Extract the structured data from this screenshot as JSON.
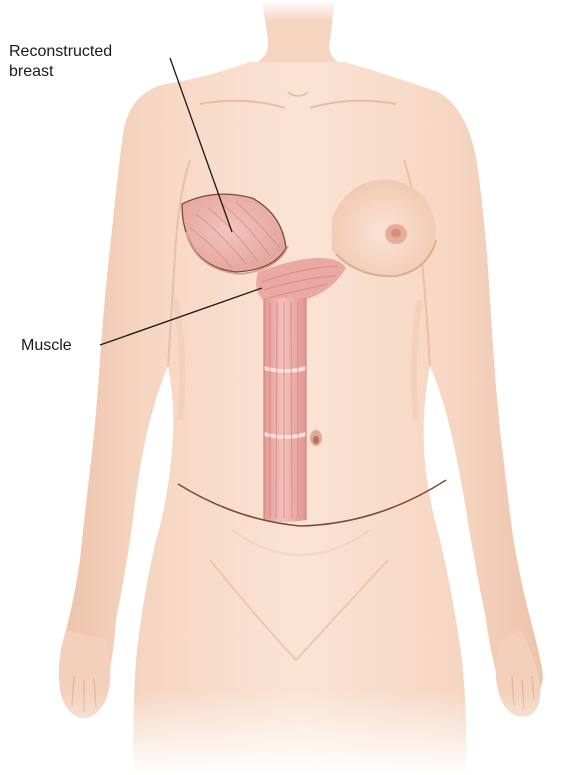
{
  "labels": {
    "reconstructed_breast": {
      "line1": "Reconstructed",
      "line2": "breast"
    },
    "muscle": "Muscle"
  },
  "colors": {
    "skin_light": "#fbe6d8",
    "skin": "#f4d3bf",
    "skin_shadow": "#e9bba2",
    "skin_edge": "#dba88e",
    "muscle": "#eaa9a3",
    "muscle_fiber": "#d68480",
    "muscle_highlight": "#f6cdc8",
    "incision": "#7a4a3a",
    "leader_line": "#1a1a1a"
  }
}
